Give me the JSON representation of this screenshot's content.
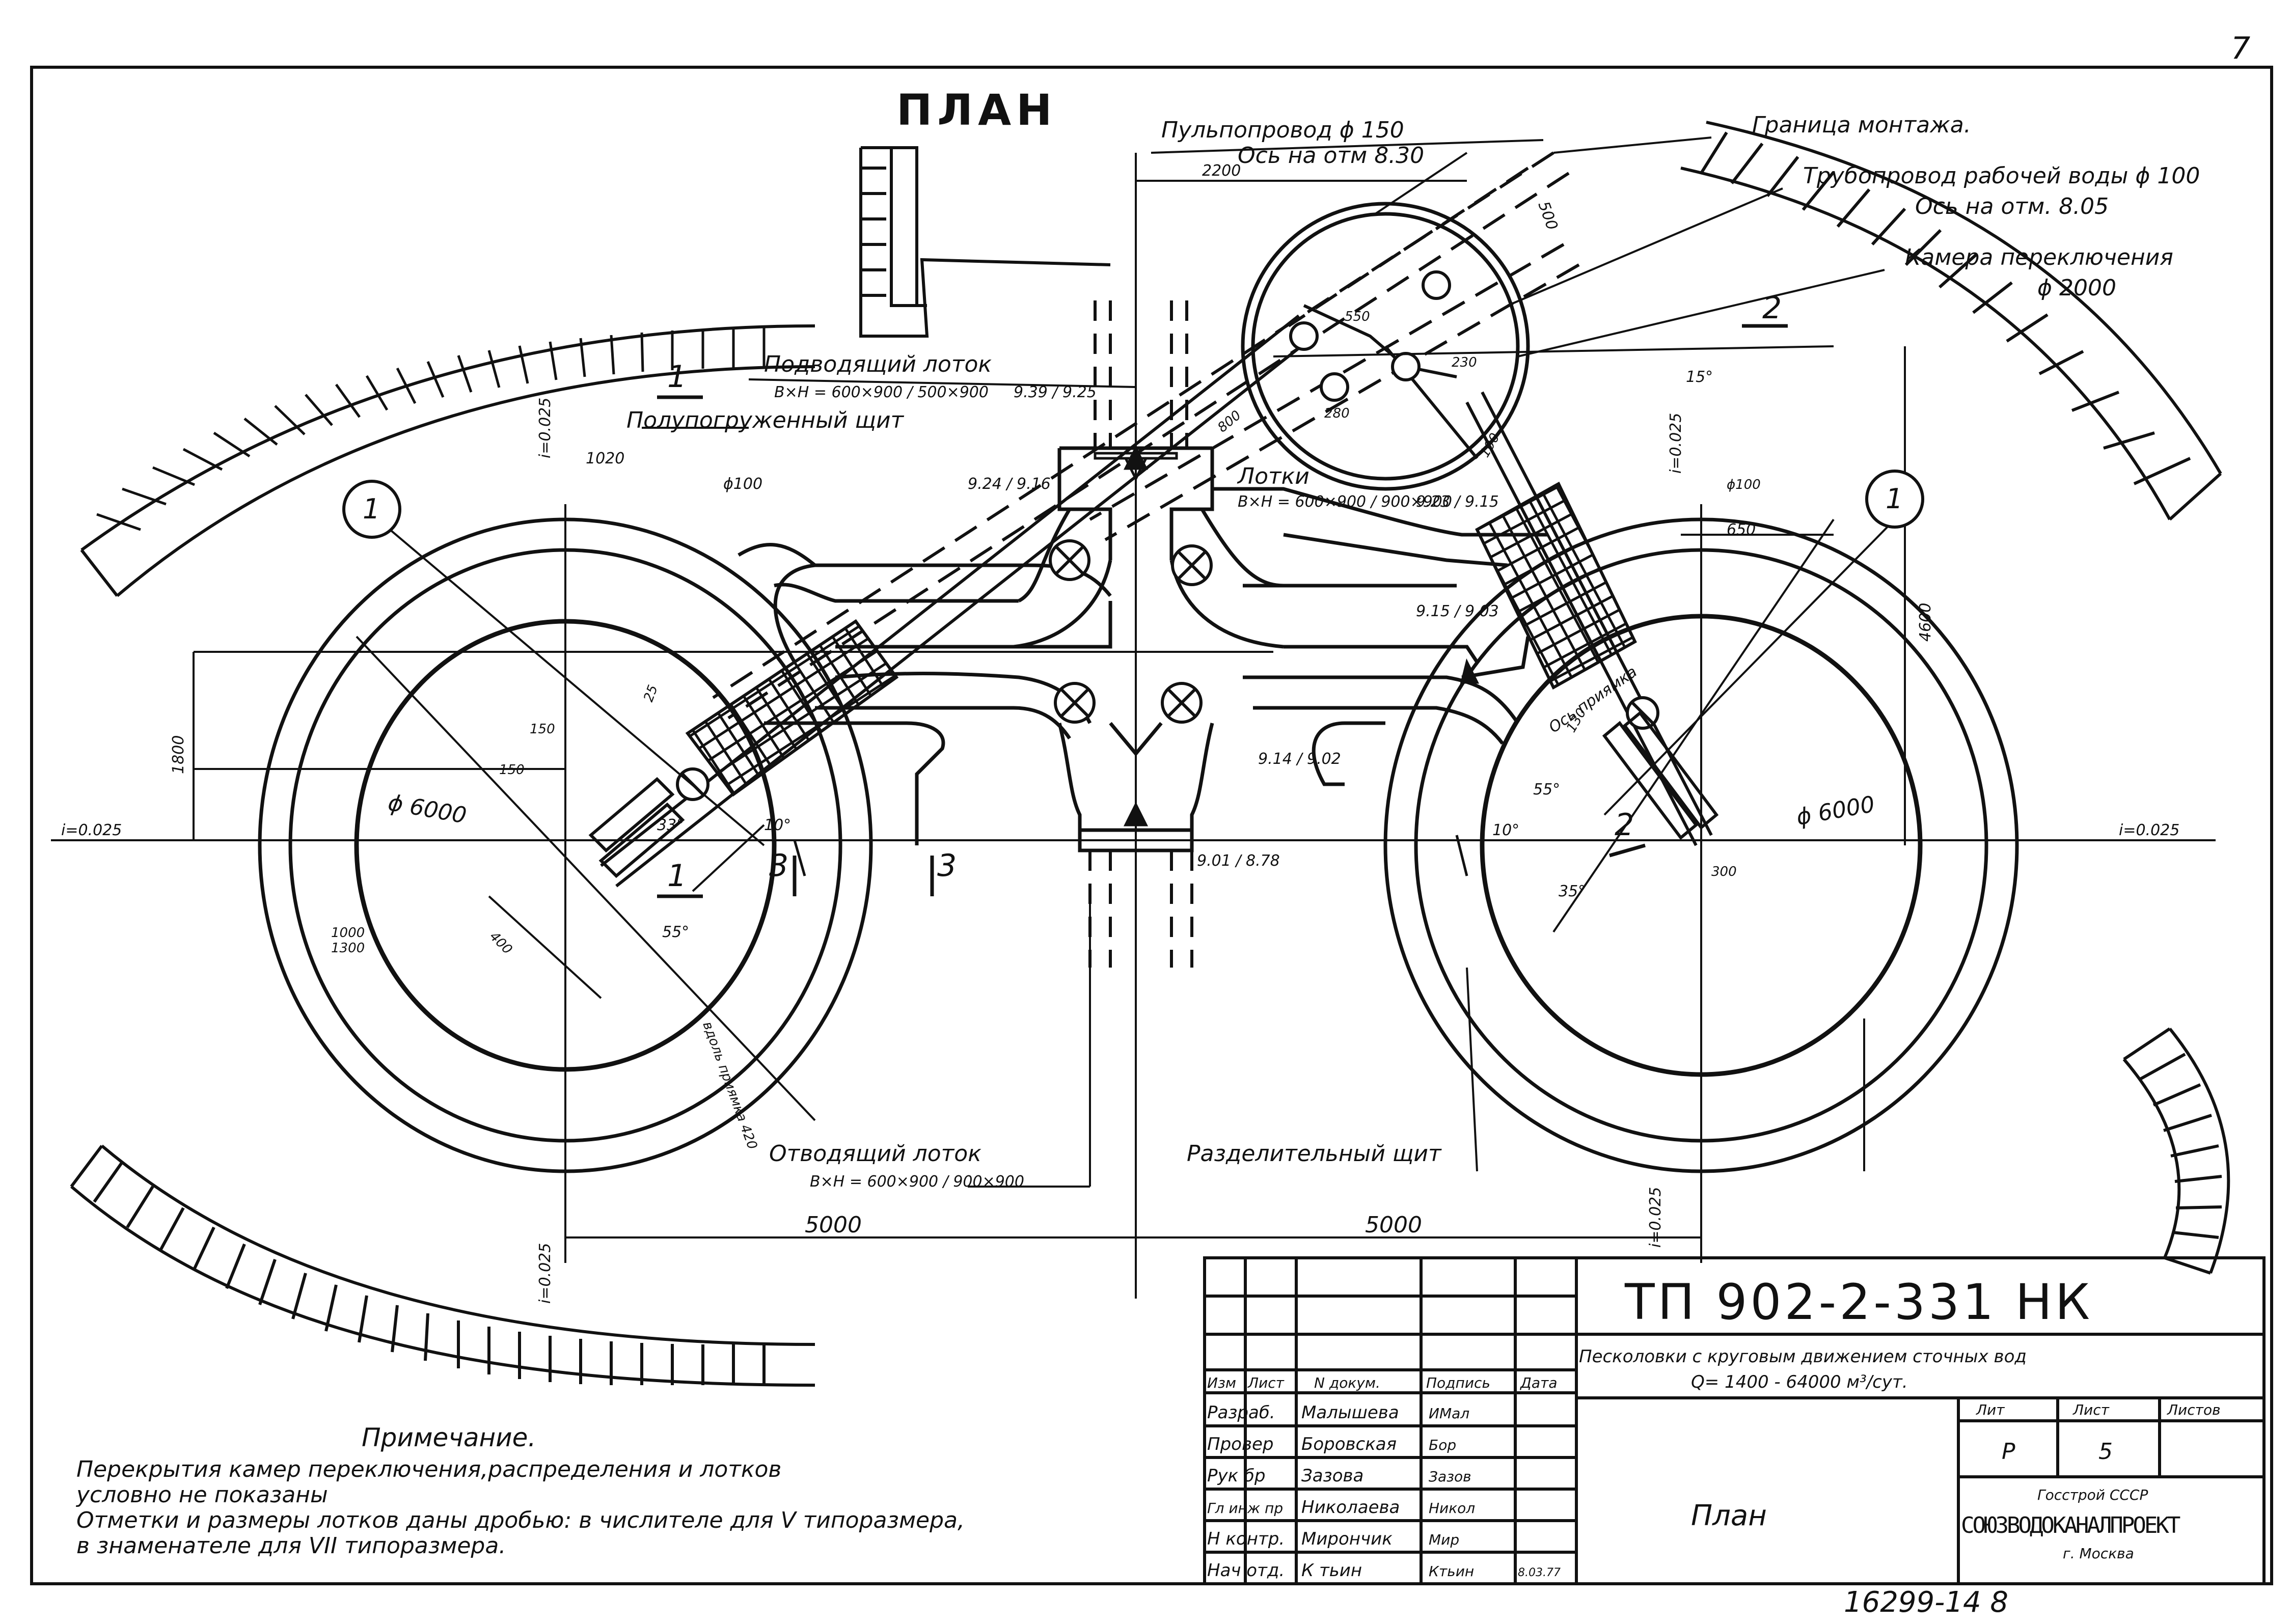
{
  "sheet_number": "7",
  "title": "ПЛАН",
  "labels": {
    "pulp_pipe": "Пульпопровод ϕ 150",
    "pulp_axis": "Ось на отм 8.30",
    "mount_border": "Граница монтажа.",
    "water_pipe": "Трубопровод рабочей воды ϕ 100",
    "water_axis": "Ось на отм. 8.05",
    "switch_chamber": "Камера переключения",
    "switch_chamber_d": "ϕ 2000",
    "inlet_tray": "Подводящий лоток",
    "inlet_dims": "B×H = 600×900 / 500×900",
    "inlet_marks": "9.39 / 9.25",
    "semi_gate": "Полупогруженный щит",
    "trays": "Лотки",
    "trays_dims": "B×H = 600×900 / 900×900",
    "trays_marks": "9.23 / 9.15",
    "mark_924": "9.24 / 9.16",
    "mark_915": "9.15 / 9.03",
    "mark_914": "9.14 / 9.02",
    "mark_901": "9.01 / 8.78",
    "outlet_tray": "Отводящий лоток",
    "outlet_dims": "B×H = 600×900 / 900×900",
    "div_gate": "Разделительный щит",
    "pit_axis": "Ось приямка",
    "section_1": "1",
    "section_2": "2",
    "section_3": "3",
    "callout_1": "1",
    "slope": "i=0.025",
    "diam_left": "ϕ 6000",
    "diam_right": "ϕ 6000",
    "pipe_100": "ϕ100",
    "dims": {
      "d2200": "2200",
      "d500": "500",
      "d5000a": "5000",
      "d5000b": "5000",
      "d1800": "1800",
      "d4600": "4600",
      "d1020": "1020",
      "d650": "650",
      "d300": "300",
      "d150a": "150",
      "d150b": "150",
      "d400": "400",
      "d1000": "1000",
      "d1300": "1300",
      "d800": "800",
      "d280": "280",
      "d230": "230",
      "d550": "550",
      "d100": "100",
      "d25": "25",
      "d420": "420",
      "d130": "130"
    },
    "angles": {
      "a15": "15°",
      "a33": "33°",
      "a10a": "10°",
      "a10b": "10°",
      "a55a": "55°",
      "a55b": "55°",
      "a35": "35°"
    },
    "pit_text": "вдоль приямка 420"
  },
  "note": {
    "title": "Примечание.",
    "line1": "Перекрытия камер переключения,распределения и лотков",
    "line2": "условно не показаны",
    "line3": "Отметки и размеры лотков даны дробью: в числителе для V типоразмера,",
    "line4": "в знаменателе для VII типоразмера."
  },
  "title_block": {
    "code": "ТП 902-2-331 НК",
    "project": "Песколовки с круговым движением сточных вод",
    "capacity": "Q= 1400 - 64000 м³/сут.",
    "sheet_name": "План",
    "col_headers": [
      "Изм",
      "Лист",
      "N докум.",
      "Подпись",
      "Дата"
    ],
    "rows": [
      {
        "role": "Разраб.",
        "name": "Малышева",
        "sign": "ИМал"
      },
      {
        "role": "Провер",
        "name": "Боровская",
        "sign": "Бор"
      },
      {
        "role": "Рук бр",
        "name": "Зазова",
        "sign": "Зазов"
      },
      {
        "role": "Гл инж пр",
        "name": "Николаева",
        "sign": "Никол"
      },
      {
        "role": "Н контр.",
        "name": "Мирончик",
        "sign": "Мир"
      },
      {
        "role": "Нач отд.",
        "name": "К тьин",
        "sign": "Ктьин",
        "date": "8.03.77"
      }
    ],
    "lit_header": "Лит",
    "sheet_header": "Лист",
    "sheets_header": "Листов",
    "lit": "Р",
    "sheet": "5",
    "org1": "Госстрой СССР",
    "org2": "СОЮЗВОДОКАНАЛПРОЕКТ",
    "org3": "г. Москва"
  },
  "archive_number": "16299-14 8"
}
